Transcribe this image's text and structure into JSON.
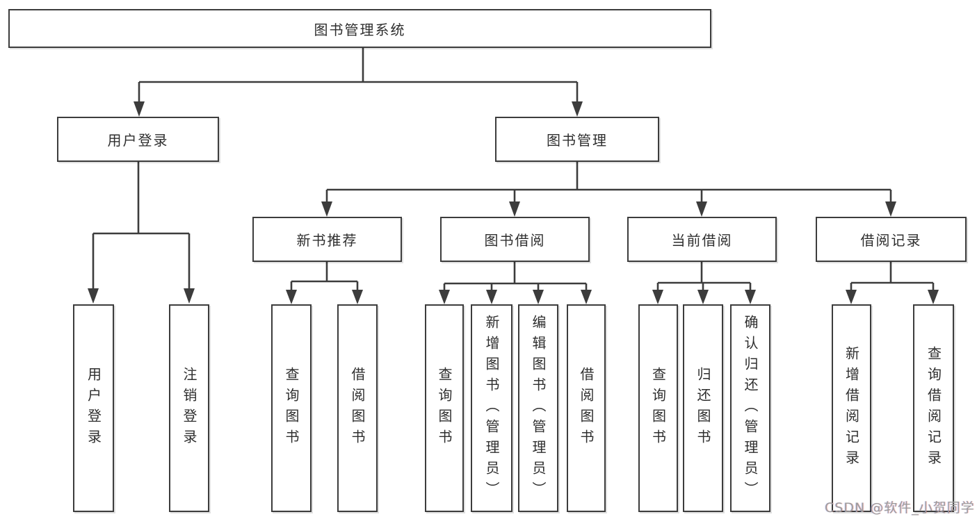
{
  "tree": {
    "label": "图书管理系统",
    "children": [
      {
        "label": "用户登录",
        "children": [
          {
            "label": "用户登录"
          },
          {
            "label": "注销登录"
          }
        ]
      },
      {
        "label": "图书管理",
        "children": [
          {
            "label": "新书推荐",
            "children": [
              {
                "label": "查询图书"
              },
              {
                "label": "借阅图书"
              }
            ]
          },
          {
            "label": "图书借阅",
            "children": [
              {
                "label": "查询图书"
              },
              {
                "label": "新增图书（管理员）"
              },
              {
                "label": "编辑图书（管理员）"
              },
              {
                "label": "借阅图书"
              }
            ]
          },
          {
            "label": "当前借阅",
            "children": [
              {
                "label": "查询图书"
              },
              {
                "label": "归还图书"
              },
              {
                "label": "确认归还（管理员）"
              }
            ]
          },
          {
            "label": "借阅记录",
            "children": [
              {
                "label": "新增借阅记录"
              },
              {
                "label": "查询借阅记录"
              }
            ]
          }
        ]
      }
    ]
  },
  "watermark": {
    "text": "CSDN @软件_小贺同学"
  },
  "colors": {
    "bg": "#ffffff",
    "line": "#3c3c3c",
    "text": "#2e2e2e",
    "watermark": "#9c9c9c"
  }
}
